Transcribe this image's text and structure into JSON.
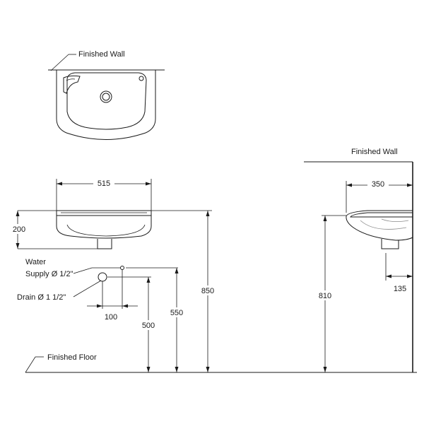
{
  "labels": {
    "finished_wall_top": "Finished Wall",
    "finished_wall_side": "Finished Wall",
    "finished_floor": "Finished Floor",
    "water_supply_line1": "Water",
    "water_supply_line2": "Supply Ø 1/2\"",
    "drain": "Drain Ø 1 1/2\""
  },
  "dimensions": {
    "front_width": "515",
    "front_depth": "200",
    "pipe_spacing": "100",
    "drain_height": "500",
    "supply_height": "550",
    "rim_height": "850",
    "side_projection": "350",
    "side_rim_height": "810",
    "side_drain_offset": "135"
  }
}
